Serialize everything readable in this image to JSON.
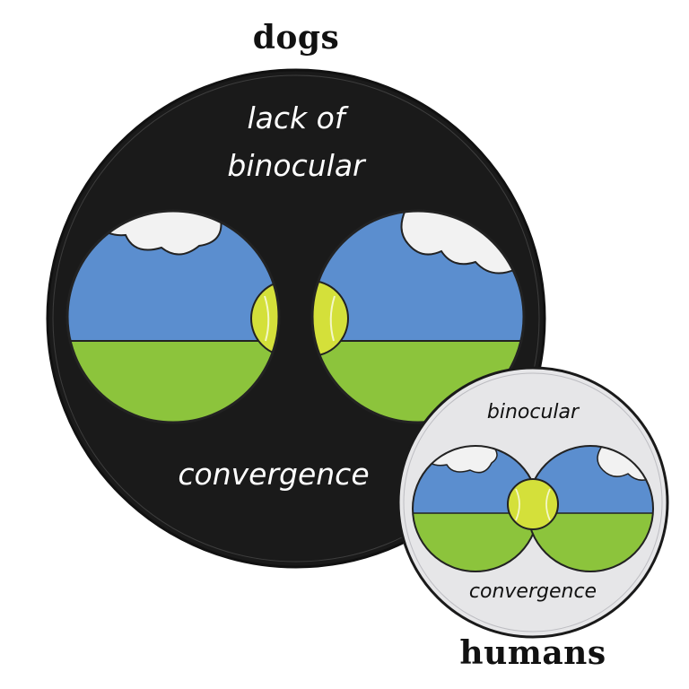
{
  "dogs": {
    "title": "dogs",
    "label_top_line1": "lack of",
    "label_top_line2": "binocular",
    "label_bottom": "convergence"
  },
  "humans": {
    "title": "humans",
    "label_top": "binocular",
    "label_bottom": "convergence"
  },
  "colors": {
    "dogs_background": "#1a1a1a",
    "humans_background": "#e6e6e8",
    "sky": "#5b8ecf",
    "grass": "#8cc43c",
    "ball": "#d4e03a",
    "cloud": "#f2f2f2"
  }
}
